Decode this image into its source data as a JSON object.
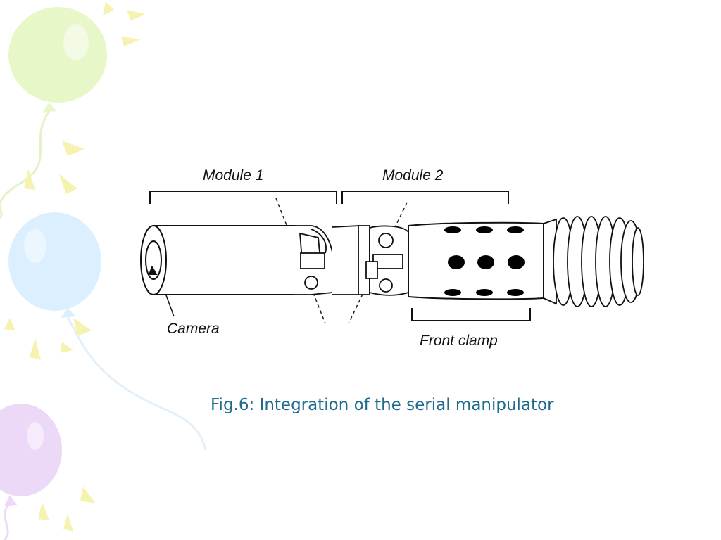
{
  "figure": {
    "labels": {
      "module1": "Module 1",
      "module2": "Module 2",
      "camera": "Camera",
      "front_clamp": "Front clamp"
    }
  },
  "caption": "Fig.6: Integration of the serial manipulator",
  "colors": {
    "caption": "#1f6a8e",
    "balloon_green": "#e8f7c8",
    "balloon_blue": "#dcefff",
    "balloon_purple": "#ecd9f7",
    "sparkle_yellow": "#f6f2b0"
  }
}
